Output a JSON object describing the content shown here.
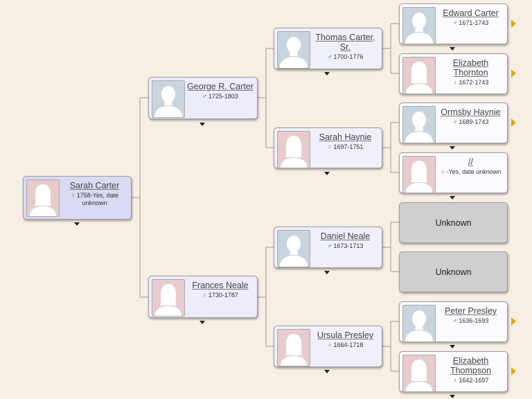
{
  "people": {
    "p1": {
      "name": "Sarah Carter",
      "dates": "1758-Yes, date unknown",
      "gender": "female"
    },
    "p2": {
      "name": "George R. Carter",
      "dates": "1725-1803",
      "gender": "male"
    },
    "p3": {
      "name": "Frances Neale",
      "dates": "1730-1787",
      "gender": "female"
    },
    "p4": {
      "name": "Thomas Carter, Sr.",
      "dates": "1700-1776",
      "gender": "male"
    },
    "p5": {
      "name": "Sarah Haynie",
      "dates": "1697-1751",
      "gender": "female"
    },
    "p6": {
      "name": "Daniel Neale",
      "dates": "1673-1713",
      "gender": "male"
    },
    "p7": {
      "name": "Ursula Presley",
      "dates": "1664-1718",
      "gender": "female"
    },
    "p8": {
      "name": "Edward Carter",
      "dates": "1671-1743",
      "gender": "male"
    },
    "p9": {
      "name": "Elizabeth Thornton",
      "dates": "1672-1743",
      "gender": "female"
    },
    "p10": {
      "name": "Ormsby Haynie",
      "dates": "1689-1743",
      "gender": "male"
    },
    "p11": {
      "name": "//",
      "dates": "-Yes, date unknown",
      "gender": "female"
    },
    "p12": {
      "name": "Unknown",
      "unknown": true
    },
    "p13": {
      "name": "Unknown",
      "unknown": true
    },
    "p14": {
      "name": "Peter Presley",
      "dates": "1636-1693",
      "gender": "male"
    },
    "p15": {
      "name": "Elizabeth Thompson",
      "dates": "1642-1697",
      "gender": "female"
    }
  },
  "symbols": {
    "male": "♂",
    "female": "♀"
  },
  "colors": {
    "male_photo": "#c9d5de",
    "female_photo": "#e8cccd",
    "expand_arrow": "#e2a800",
    "unknown_card": "#cfcfcf"
  }
}
